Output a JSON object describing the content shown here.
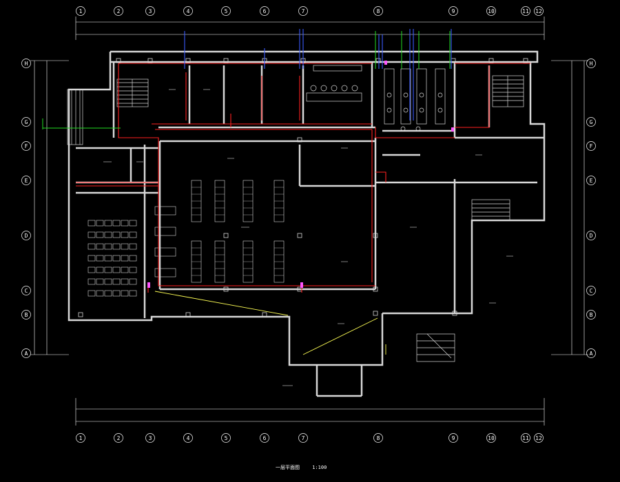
{
  "drawing": {
    "title": "一层平面图",
    "scale": "1:100"
  },
  "grid_columns": [
    "1",
    "2",
    "3",
    "4",
    "5",
    "6",
    "7",
    "8",
    "9",
    "10",
    "11",
    "12"
  ],
  "grid_rows": [
    "H",
    "G",
    "F",
    "E",
    "D",
    "C",
    "B",
    "A"
  ],
  "colors": {
    "background": "#000000",
    "wall": "#d8d8d8",
    "dimension": "#ffffff",
    "pipe_red": "#ff2020",
    "pipe_blue": "#3a5bff",
    "pipe_green": "#22dd22",
    "pipe_yellow": "#ffff55",
    "pipe_magenta": "#ff55ff",
    "grid_bubble": "#ffffff"
  }
}
